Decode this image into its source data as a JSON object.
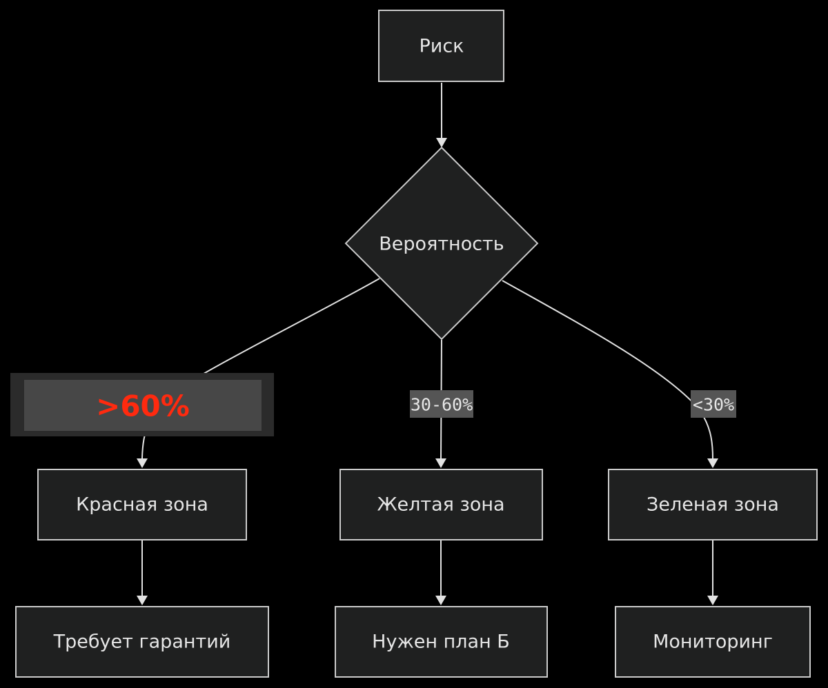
{
  "nodes": {
    "risk": "Риск",
    "probability": "Вероятность",
    "red_zone": "Красная зона",
    "yellow_zone": "Желтая зона",
    "green_zone": "Зеленая зона",
    "red_action": "Требует гарантий",
    "yellow_action": "Нужен план Б",
    "green_action": "Мониторинг"
  },
  "edges": {
    "high": ">60%",
    "medium": "30-60%",
    "low": "<30%"
  },
  "colors": {
    "background": "#000000",
    "node_fill": "#1f2020",
    "node_border": "#cccccc",
    "edge_label_bg": "#555555",
    "highlight_text": "#ff2a0f"
  }
}
